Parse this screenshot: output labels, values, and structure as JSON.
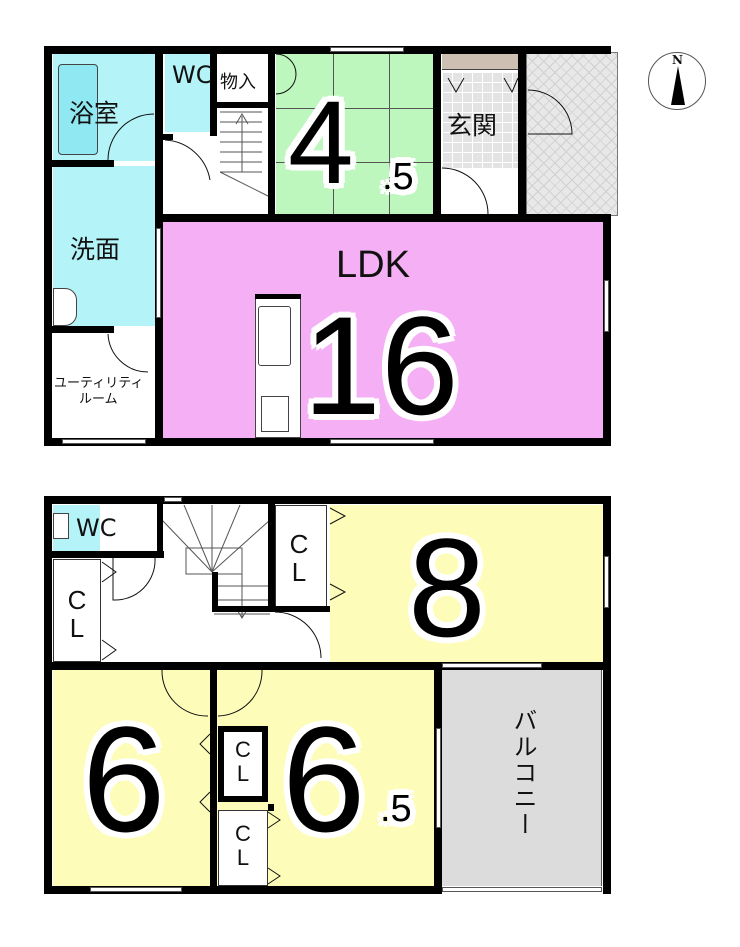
{
  "compass": {
    "label": "N"
  },
  "floor1": {
    "rooms": [
      {
        "id": "bath",
        "label": "浴室"
      },
      {
        "id": "wc",
        "label": "WC"
      },
      {
        "id": "storage",
        "label": "物入"
      },
      {
        "id": "washroom",
        "label": "洗面"
      },
      {
        "id": "utility",
        "label_line1": "ユーティリティ",
        "label_line2": "ルーム"
      },
      {
        "id": "entrance",
        "label": "玄関"
      },
      {
        "id": "japanese-room",
        "size_main": "4",
        "size_decimal": ".5"
      },
      {
        "id": "ldk",
        "label": "LDK",
        "size_main": "16"
      }
    ]
  },
  "floor2": {
    "rooms": [
      {
        "id": "wc",
        "label": "WC"
      },
      {
        "id": "closet-hall",
        "label": "C\nL"
      },
      {
        "id": "closet-bedroom8",
        "label": "C\nL"
      },
      {
        "id": "bedroom8",
        "size_main": "8"
      },
      {
        "id": "bedroom6",
        "size_main": "6"
      },
      {
        "id": "closet-a",
        "label": "C\nL"
      },
      {
        "id": "closet-b",
        "label": "C\nL"
      },
      {
        "id": "bedroom65",
        "size_main": "6",
        "size_decimal": ".5"
      },
      {
        "id": "balcony",
        "label": "バルコニー"
      }
    ]
  },
  "colors": {
    "wet_area": "#b4f3f8",
    "tatami": "#bdf7bd",
    "ldk": "#f5b0f5",
    "bedroom": "#fdfdb9",
    "balcony": "#dcdcdc",
    "entrance_tile": "#e3e3e3",
    "wall": "#000000"
  }
}
